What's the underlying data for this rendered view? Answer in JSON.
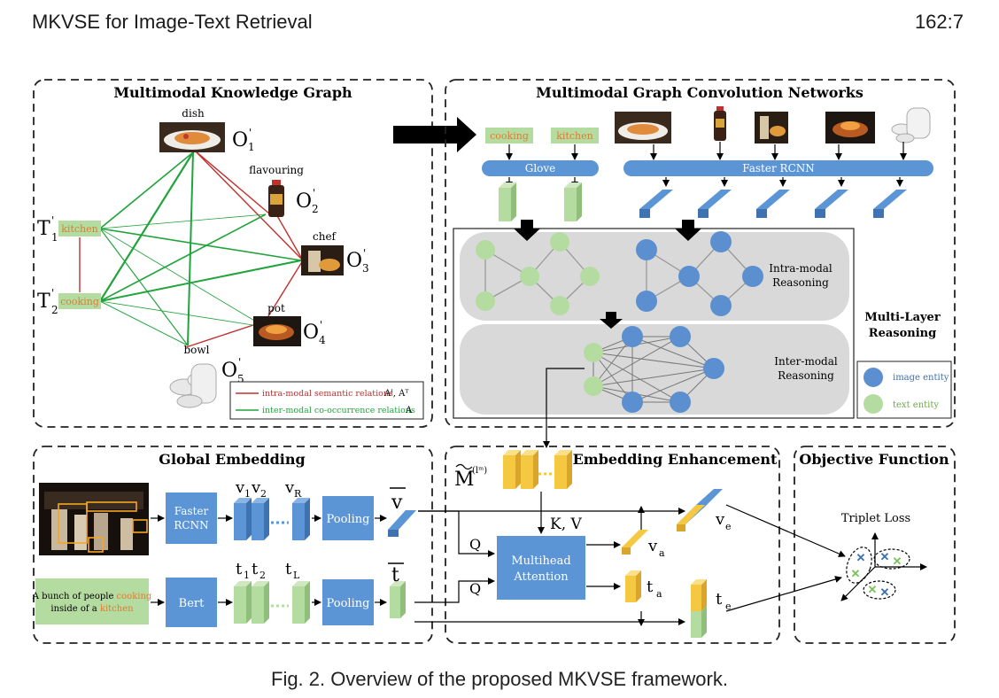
{
  "header": {
    "left": "MKVSE for Image-Text Retrieval",
    "right": "162:7"
  },
  "caption": "Fig. 2.  Overview of the proposed MKVSE framework.",
  "colors": {
    "text_entity": "#b5dca0",
    "image_entity": "#5b8fd0",
    "block": "#5b95d5",
    "red_edge": "#c0302c",
    "green_edge": "#21a33c",
    "orange_text": "#e07b30",
    "yellow": "#f5c842"
  },
  "kg": {
    "title": "Multimodal Knowledge Graph",
    "dish": "dish",
    "flavouring": "flavouring",
    "chef": "chef",
    "pot": "pot",
    "bowl": "bowl",
    "kitchen": "kitchen",
    "cooking": "cooking",
    "t1_base": "T",
    "t1_sub": "1",
    "t2_base": "T",
    "t2_sub": "2",
    "o_base": "O",
    "o1_sub": "1",
    "o2_sub": "2",
    "o3_sub": "3",
    "o4_sub": "4",
    "o5_sub": "5",
    "prime": "'",
    "legend_intra": "intra-modal semantic relations",
    "legend_intra_sym": "Aᴵ, Aᵀ",
    "legend_inter": "inter-modal co-occurrence relations",
    "legend_inter_sym": "A"
  },
  "gcn": {
    "title": "Multimodal Graph Convolution Networks",
    "cooking": "cooking",
    "kitchen": "kitchen",
    "glove": "Glove",
    "faster_rcnn": "Faster RCNN",
    "intra_1": "Intra-modal",
    "intra_2": "Reasoning",
    "inter_1": "Inter-modal",
    "inter_2": "Reasoning",
    "multi_1": "Multi-Layer",
    "multi_2": "Reasoning",
    "legend_image": "image entity",
    "legend_text": "text entity"
  },
  "global": {
    "title": "Global Embedding",
    "faster_1": "Faster",
    "faster_2": "RCNN",
    "bert": "Bert",
    "pooling": "Pooling",
    "v1": "v",
    "v1_sub": "1",
    "v2": "v",
    "v2_sub": "2",
    "vr": "v",
    "vr_sub": "R",
    "t1": "t",
    "t1_sub": "1",
    "t2": "t",
    "t2_sub": "2",
    "tl": "t",
    "tl_sub": "L",
    "vbar": "v",
    "tbar": "t",
    "sentence_1a": "A bunch of people ",
    "sentence_1b": "cooking",
    "sentence_2a": "inside of a ",
    "sentence_2b": "kitchen"
  },
  "enh": {
    "title": "Embedding Enhancement",
    "m": "M",
    "m_sup": "(lᵐ)",
    "kv": "K, V",
    "q": "Q",
    "mh_1": "Multihead",
    "mh_2": "Attention",
    "va": "v",
    "va_sub": "a",
    "ta": "t",
    "ta_sub": "a",
    "ve": "v",
    "ve_sub": "e",
    "te": "t",
    "te_sub": "e"
  },
  "obj": {
    "title": "Objective Function",
    "triplet": "Triplet Loss"
  }
}
